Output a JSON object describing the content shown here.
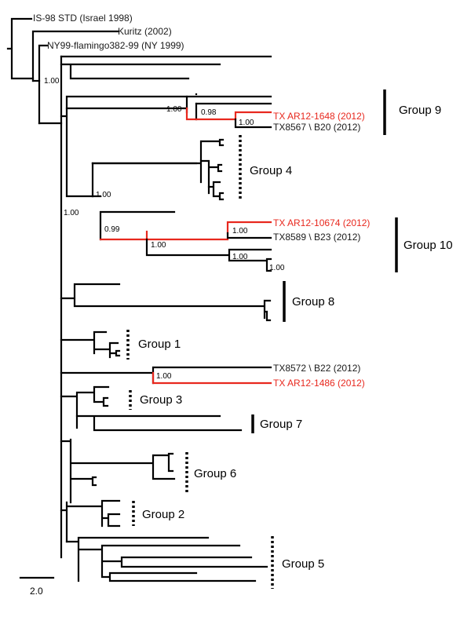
{
  "tree": {
    "taxa": {
      "is98": "IS-98 STD (Israel 1998)",
      "kuritz": "Kuritz (2002)",
      "ny99": "NY99-flamingo382-99 (NY 1999)",
      "tx1648": "TX AR12-1648 (2012)",
      "tx8567": "TX8567 \\ B20 (2012)",
      "tx10674": "TX AR12-10674 (2012)",
      "tx8589": "TX8589 \\ B23 (2012)",
      "tx8572": "TX8572 \\ B22 (2012)",
      "tx1486": "TX AR12-1486 (2012)"
    },
    "groups": {
      "g9": "Group 9",
      "g4": "Group 4",
      "g10": "Group 10",
      "g8": "Group 8",
      "g1": "Group 1",
      "g3": "Group 3",
      "g7": "Group 7",
      "g6": "Group 6",
      "g2": "Group 2",
      "g5": "Group 5"
    },
    "support": {
      "root": "1.00",
      "main": "1.00",
      "clade4_10": "1.00",
      "g9_outer": "1.00",
      "g9_inner": "0.98",
      "g9_pair": "1.00",
      "g10_outer": "0.99",
      "g10_mid": "1.00",
      "g10_pair": "1.00",
      "g10_sub": "1.00",
      "g10_tip": "1.00",
      "b22_pair": "1.00"
    },
    "scale_bar": "2.0",
    "colors": {
      "branch": "#000000",
      "highlight": "#e8281e"
    }
  }
}
